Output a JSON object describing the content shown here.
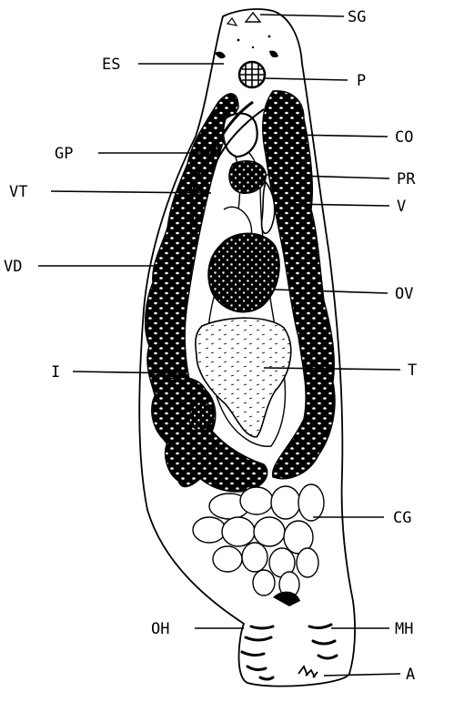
{
  "figure": {
    "labels": {
      "SG": "SG",
      "ES": "ES",
      "P": "P",
      "CO": "CO",
      "GP": "GP",
      "PR": "PR",
      "VT": "VT",
      "V": "V",
      "VD": "VD",
      "OV": "OV",
      "T": "T",
      "I": "I",
      "CG": "CG",
      "OH": "OH",
      "MH": "MH",
      "A": "A"
    },
    "colors": {
      "ink": "#000000",
      "paper": "#ffffff"
    }
  }
}
